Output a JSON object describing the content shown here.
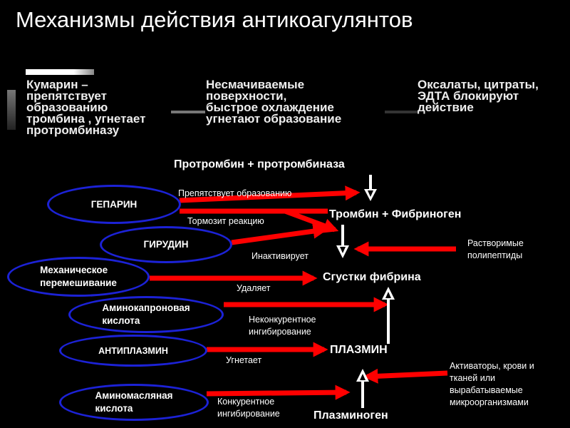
{
  "title": "Механизмы действия антикоагулянтов",
  "top": {
    "coumarin": "Кумарин –\nпрепятствует\nобразованию\nтромбина , угнетает\nпротромбиназу",
    "surfaces": "Несмачиваемые\nповерхности,\nбыстрое охлаждение\nугнетают образование",
    "oxalates": "Оксалаты, цитраты,\nЭДТА блокируют\nдействие"
  },
  "nodes": {
    "prothrombin": "Протромбин + протромбиназа",
    "thrombin": "Тромбин + Фибриноген",
    "clots": "Сгустки фибрина",
    "plasmin": "ПЛАЗМИН",
    "plasminogen": "Плазминоген"
  },
  "inhibitors": {
    "heparin": "ГЕПАРИН",
    "hirudin": "ГИРУДИН",
    "mechanical": "Механическое\nперемешивание",
    "aminocaproic": "Аминокапроновая\nкислота",
    "antiplasmin": "АНТИПЛАЗМИН",
    "aminobutyric": "Аминомасляная\nкислота"
  },
  "labels": {
    "prevents": "Препятствует образованию",
    "inhibits": "Тормозит реакцию",
    "inactivates": "Инактивирует",
    "removes": "Удаляет",
    "noncompetitive": "Неконкурентное\nингибирование",
    "suppresses": "Угнетает",
    "competitive": "Конкурентное\nингибирование"
  },
  "side": {
    "polypeptides": "Растворимые\nполипептиды",
    "activators": "Активаторы,  крови и\nтканей или\nвырабатываемые\nмикроорганизмами"
  },
  "colors": {
    "arrow": "#ff0000",
    "oval_border": "#1c22d6",
    "background": "#000000"
  }
}
